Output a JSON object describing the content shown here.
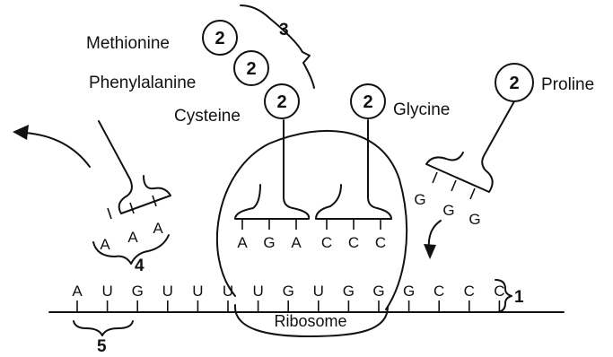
{
  "amino_acids": {
    "methionine": "Methionine",
    "phenylalanine": "Phenylalanine",
    "cysteine": "Cysteine",
    "glycine": "Glycine",
    "proline": "Proline"
  },
  "circle_number": "2",
  "callouts": {
    "one": "1",
    "three": "3",
    "four": "4",
    "five": "5"
  },
  "ribosome": "Ribosome",
  "mrna": [
    "A",
    "U",
    "G",
    "U",
    "U",
    "U",
    "U",
    "G",
    "U",
    "G",
    "G",
    "G",
    "C",
    "C",
    "C"
  ],
  "anticodons": {
    "left": [
      "A",
      "A",
      "A"
    ],
    "cysteine": [
      "A",
      "G",
      "A"
    ],
    "glycine": [
      "C",
      "C",
      "C"
    ],
    "proline": [
      "G",
      "G",
      "G"
    ]
  }
}
